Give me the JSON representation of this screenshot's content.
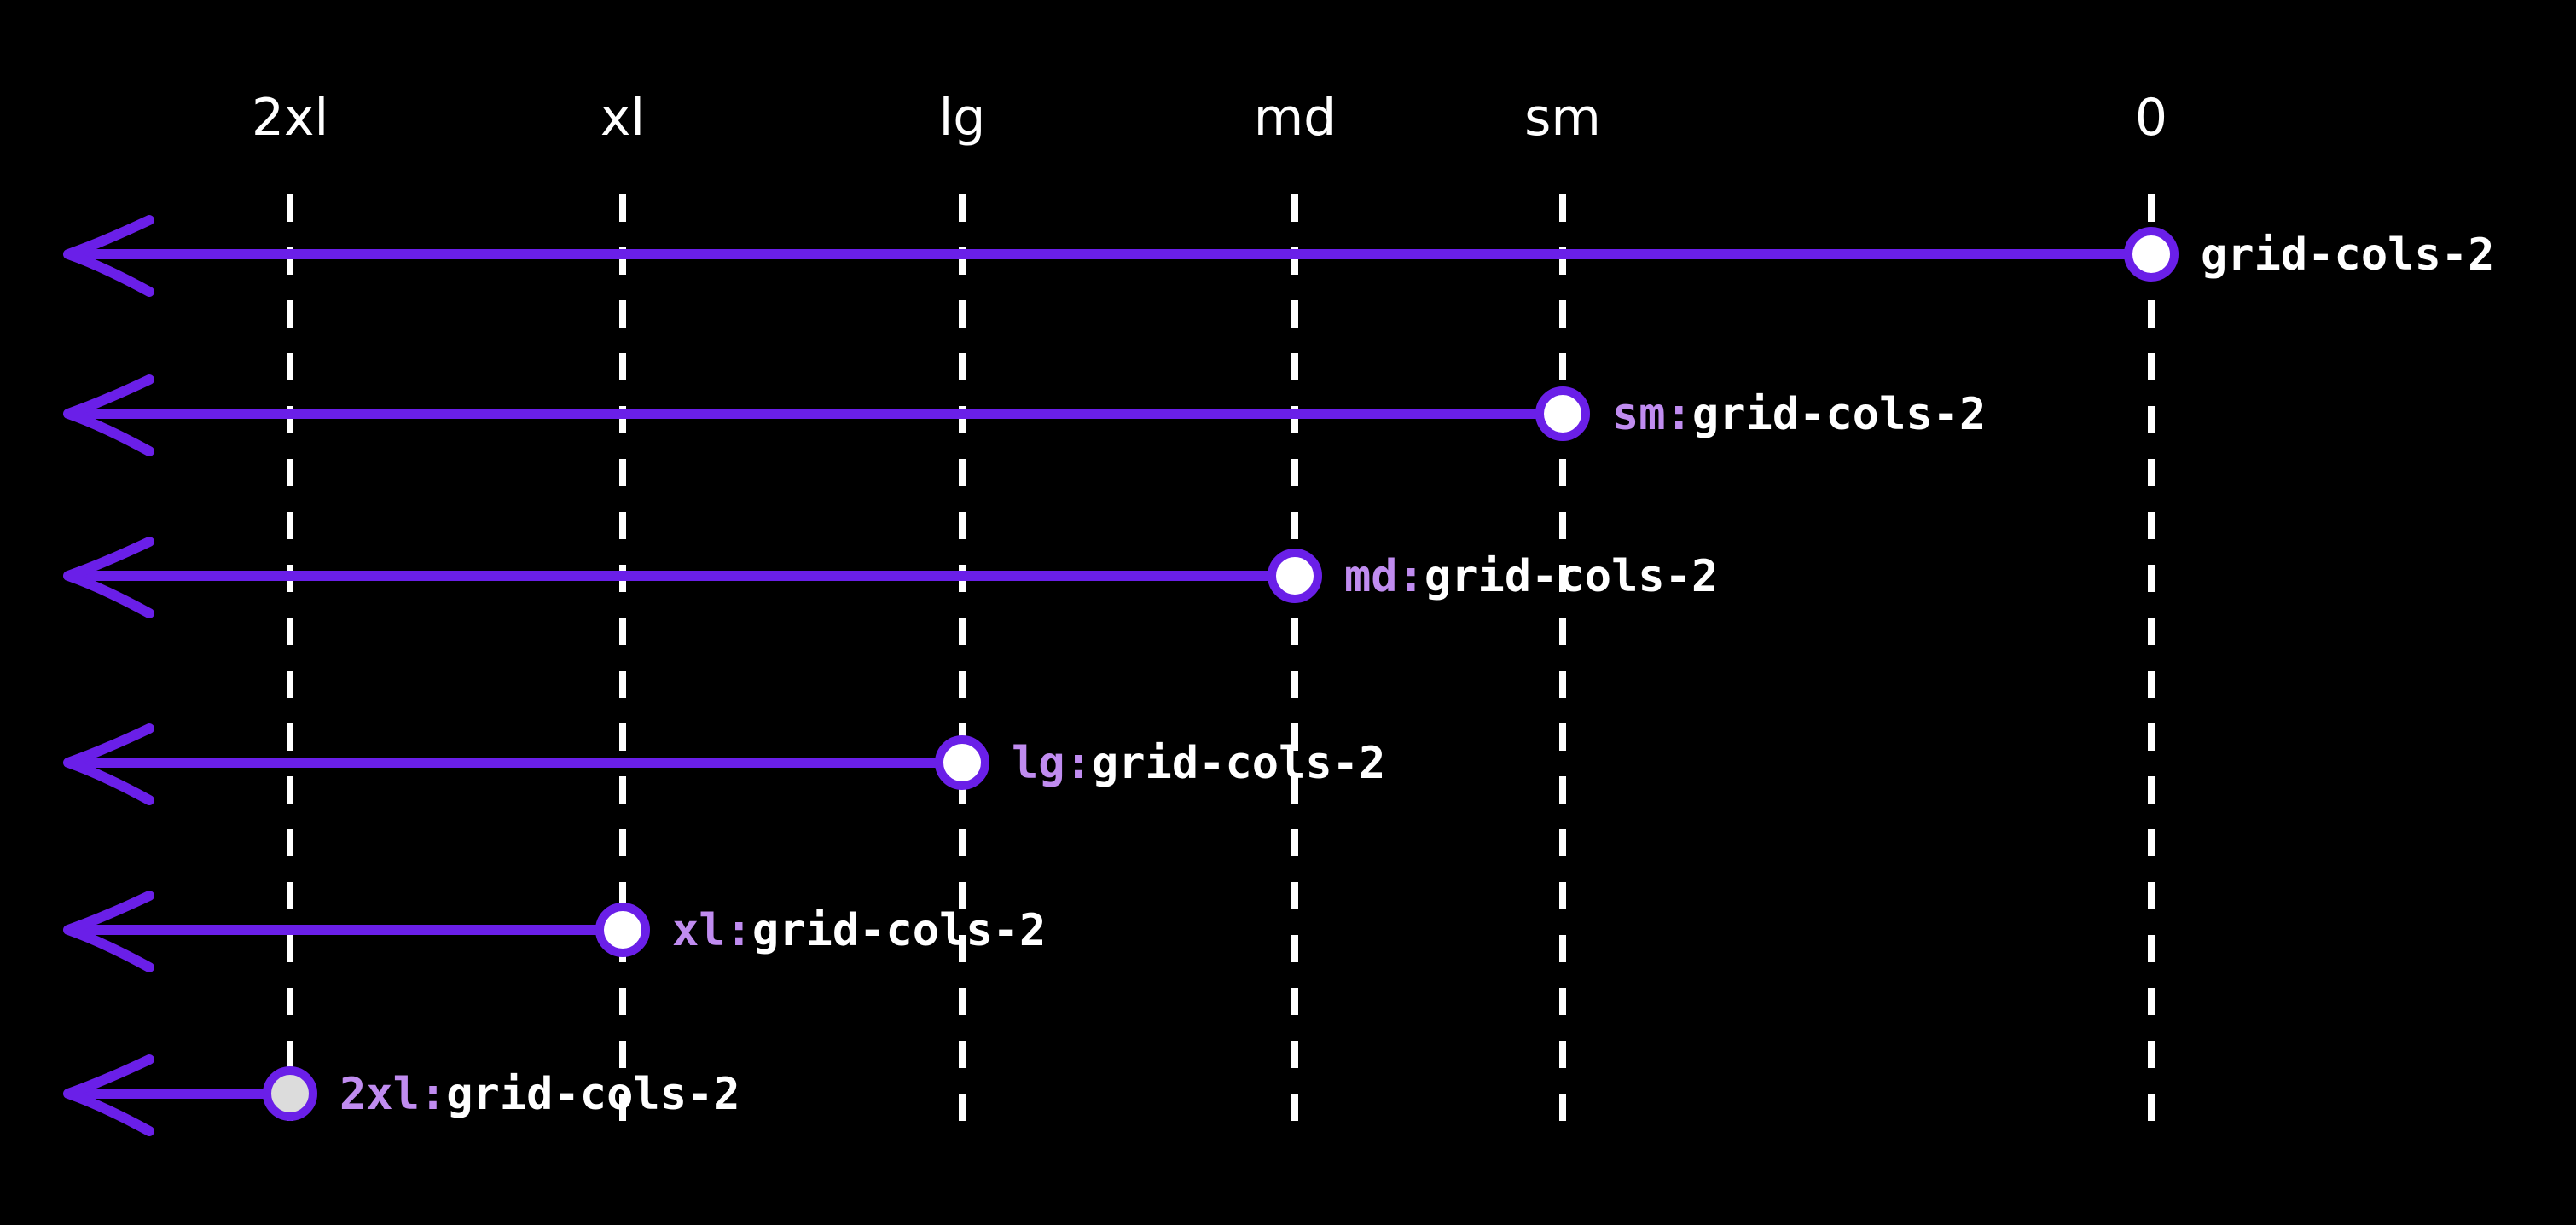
{
  "colors": {
    "background": "#000000",
    "line": "#6a1fe8",
    "guide": "#ffffff",
    "prefix": "#c08cf0",
    "utility": "#ffffff",
    "node_fill": "#ffffff",
    "node_fill_last": "#dcdcdc"
  },
  "breakpoints": [
    {
      "key": "2xl",
      "label": "2xl"
    },
    {
      "key": "xl",
      "label": "xl"
    },
    {
      "key": "lg",
      "label": "lg"
    },
    {
      "key": "md",
      "label": "md"
    },
    {
      "key": "sm",
      "label": "sm"
    },
    {
      "key": "base",
      "label": "0"
    }
  ],
  "rows": [
    {
      "breakpoint": "base",
      "prefix": "",
      "utility": "grid-cols-2"
    },
    {
      "breakpoint": "sm",
      "prefix": "sm:",
      "utility": "grid-cols-2"
    },
    {
      "breakpoint": "md",
      "prefix": "md:",
      "utility": "grid-cols-2"
    },
    {
      "breakpoint": "lg",
      "prefix": "lg:",
      "utility": "grid-cols-2"
    },
    {
      "breakpoint": "xl",
      "prefix": "xl:",
      "utility": "grid-cols-2"
    },
    {
      "breakpoint": "2xl",
      "prefix": "2xl:",
      "utility": "grid-cols-2"
    }
  ]
}
